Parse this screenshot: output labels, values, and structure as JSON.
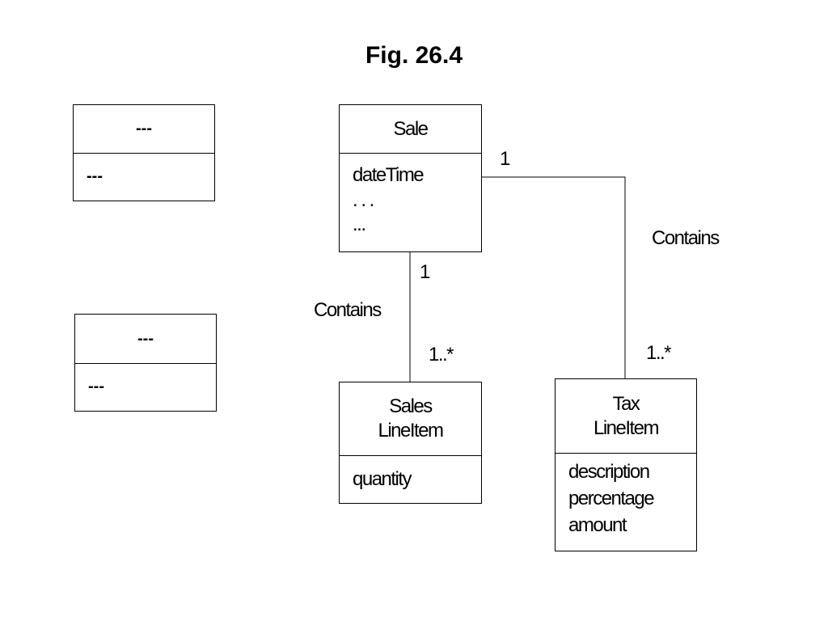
{
  "title": "Fig. 26.4",
  "placeholders": [
    {
      "name": "---",
      "attribute": "---"
    },
    {
      "name": "---",
      "attribute": "---"
    }
  ],
  "classes": {
    "sale": {
      "name": "Sale",
      "attributes": [
        "dateTime",
        ". . .",
        "..."
      ]
    },
    "sales_line_item": {
      "name_line1": "Sales",
      "name_line2": "LineItem",
      "attributes": [
        "quantity"
      ]
    },
    "tax_line_item": {
      "name_line1": "Tax",
      "name_line2": "LineItem",
      "attributes": [
        "description",
        "percentage",
        "amount"
      ]
    }
  },
  "associations": {
    "sale_sales": {
      "label": "Contains",
      "sale_end": "1",
      "item_end": "1..*"
    },
    "sale_tax": {
      "label": "Contains",
      "sale_end": "1",
      "item_end": "1..*"
    }
  }
}
